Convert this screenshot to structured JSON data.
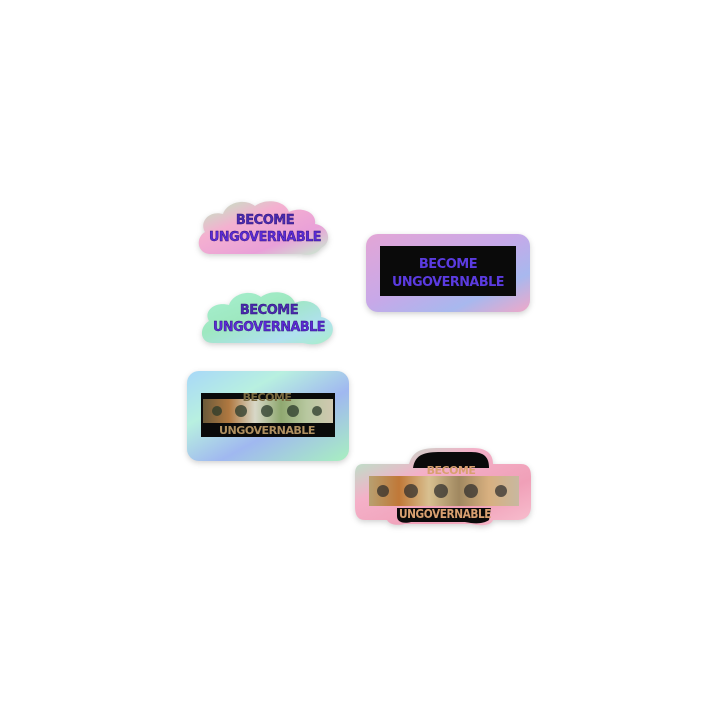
{
  "stickers": [
    {
      "id": "cloud-pink",
      "line1": "BECOME",
      "line2": "UNGOVERNABLE"
    },
    {
      "id": "rect-purple",
      "line1": "BECOME",
      "line2": "UNGOVERNABLE"
    },
    {
      "id": "cloud-green",
      "line1": "BECOME",
      "line2": "UNGOVERNABLE"
    },
    {
      "id": "rect-cats",
      "line1": "BECOME",
      "line2": "UNGOVERNABLE"
    },
    {
      "id": "blob-cats",
      "line1": "BECOME",
      "line2": "UNGOVERNABLE"
    }
  ],
  "colors": {
    "text_purple": "#5b2bd6",
    "text_dark": "#1a1a40",
    "panel_black": "#0a0a0a",
    "holo_pink": "#f3a6c8",
    "holo_green": "#9ff0c8",
    "holo_blue": "#a8c8f0",
    "holo_purple": "#c6a0e6",
    "cat_gold": "#c8a060"
  }
}
